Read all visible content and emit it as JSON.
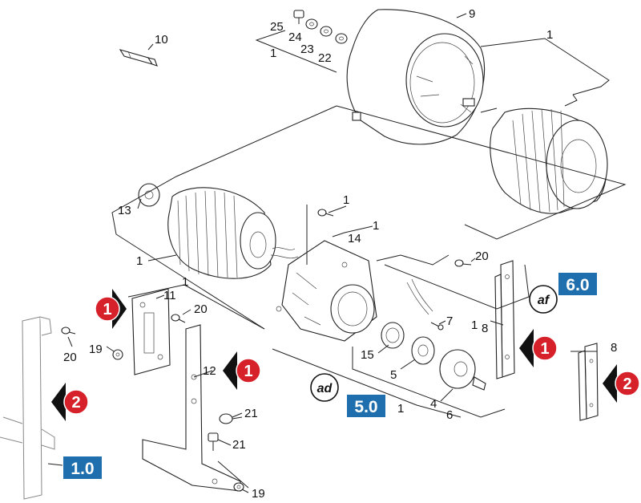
{
  "colors": {
    "marker_red": "#d6202a",
    "marker_black": "#111111",
    "ref_blue": "#1f6fae"
  },
  "part_labels": {
    "p25": "25",
    "p24": "24",
    "p23": "23",
    "p22": "22",
    "p1_top": "1",
    "p10": "10",
    "p9": "9",
    "p1_housing": "1",
    "p13": "13",
    "p1_rotor": "1",
    "p1_screw": "1",
    "p1_14": "1",
    "p14": "14",
    "p20_right": "20",
    "p1_bracket": "1",
    "p11": "11",
    "p20_bracket": "20",
    "p19_left": "19",
    "p20_left": "20",
    "p12": "12",
    "p7": "7",
    "p1_8": "1",
    "p8_a": "8",
    "p8_b": "8",
    "p15": "15",
    "p5": "5",
    "p4": "4",
    "p6": "6",
    "p1_bottom": "1",
    "p21_a": "21",
    "p21_b": "21",
    "p19_bottom": "19"
  },
  "references": {
    "ref_1_0": "1.0",
    "ref_5_0": "5.0",
    "ref_6_0": "6.0"
  },
  "badges": {
    "badge_ad": "ad",
    "badge_af": "af"
  },
  "markers": {
    "m1_a": "1",
    "m1_b": "1",
    "m1_c": "1",
    "m2_a": "2",
    "m2_b": "2"
  }
}
